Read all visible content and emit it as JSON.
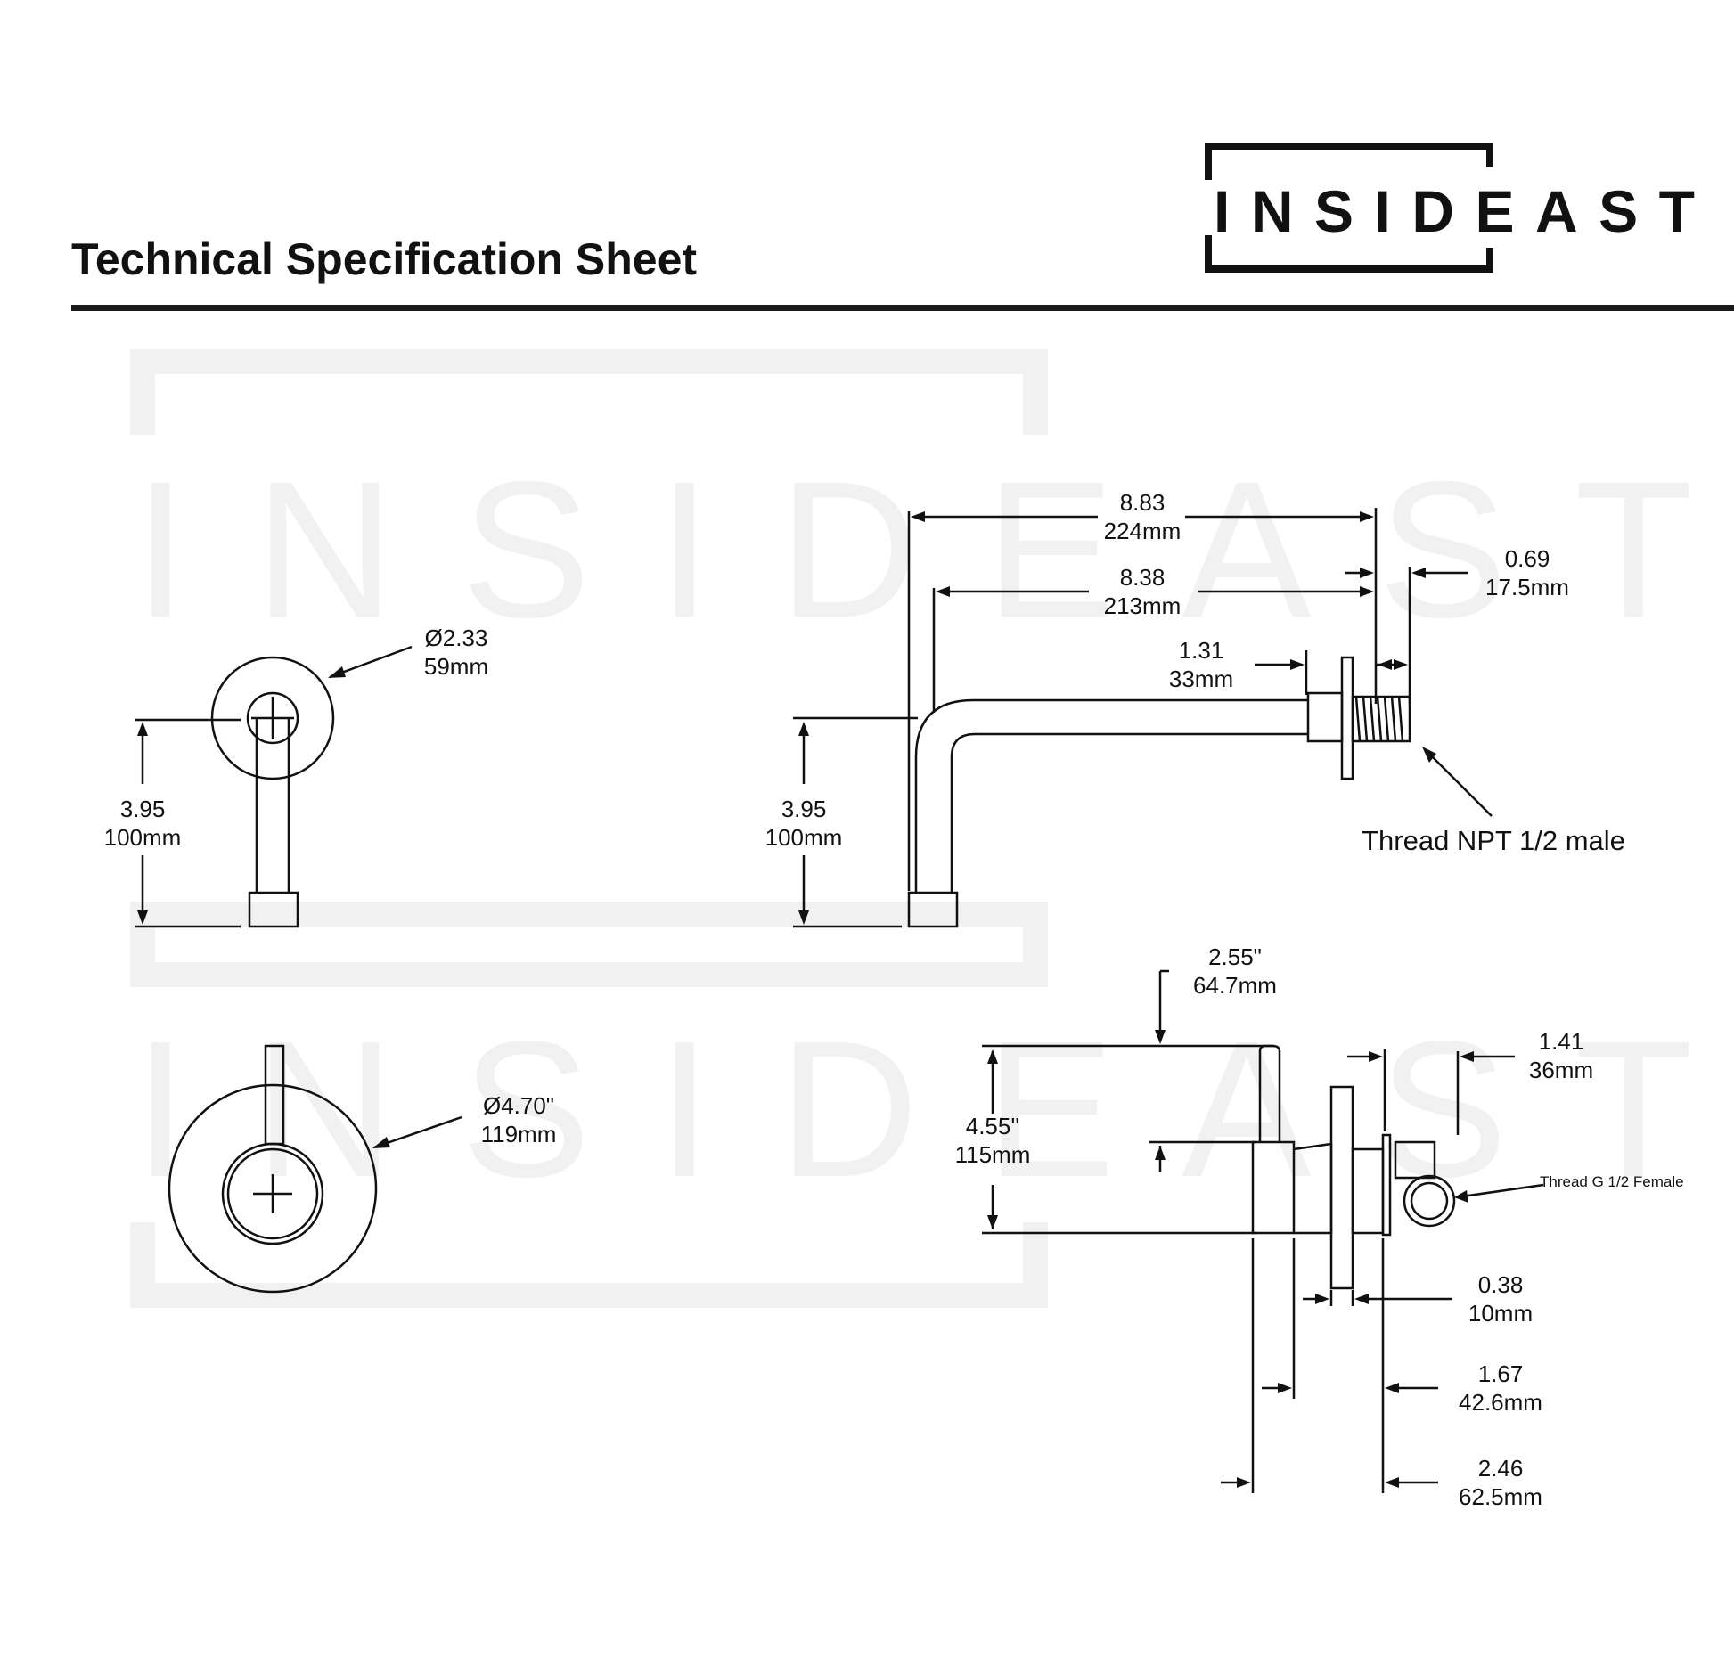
{
  "header": {
    "title": "Technical Specification Sheet",
    "brand": "INSIDEAST"
  },
  "watermark": {
    "text": "INSIDEAST"
  },
  "colors": {
    "ink": "#111111",
    "rule": "#1a1a1a",
    "watermark": "#f1f1f1"
  },
  "spout_front": {
    "diameter": {
      "in": "Ø2.33",
      "mm": "59mm"
    },
    "height": {
      "in": "3.95",
      "mm": "100mm"
    }
  },
  "spout_side": {
    "overall_length": {
      "in": "8.83",
      "mm": "224mm"
    },
    "spout_length": {
      "in": "8.38",
      "mm": "213mm"
    },
    "thread_length": {
      "in": "0.69",
      "mm": "17.5mm"
    },
    "flange_offset": {
      "in": "1.31",
      "mm": "33mm"
    },
    "height": {
      "in": "3.95",
      "mm": "100mm"
    },
    "thread_note": "Thread NPT 1/2 male"
  },
  "handle_front": {
    "diameter": {
      "in": "Ø4.70\"",
      "mm": "119mm"
    }
  },
  "handle_side": {
    "handle_reach": {
      "in": "2.55\"",
      "mm": "64.7mm"
    },
    "handle_height": {
      "in": "4.55''",
      "mm": "115mm"
    },
    "body_depth": {
      "in": "1.41",
      "mm": "36mm"
    },
    "thread_note": "Thread G 1/2 Female",
    "plate_thickness": {
      "in": "0.38",
      "mm": "10mm"
    },
    "body_length": {
      "in": "1.67",
      "mm": "42.6mm"
    },
    "total_length": {
      "in": "2.46",
      "mm": "62.5mm"
    }
  }
}
